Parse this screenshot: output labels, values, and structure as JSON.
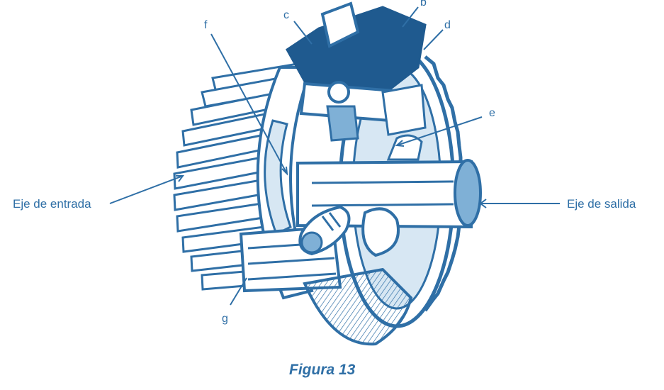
{
  "figure": {
    "caption": "Figura 13",
    "labels": {
      "b": "b",
      "c": "c",
      "d": "d",
      "e": "e",
      "f": "f",
      "g": "g",
      "input_shaft": "Eje de entrada",
      "output_shaft": "Eje de salida"
    }
  },
  "colors": {
    "ink": "#2f6fa6",
    "ink_dark": "#1f5a8f",
    "fill_light": "#d7e7f3",
    "fill_mid": "#7fb0d6",
    "background": "#ffffff"
  }
}
